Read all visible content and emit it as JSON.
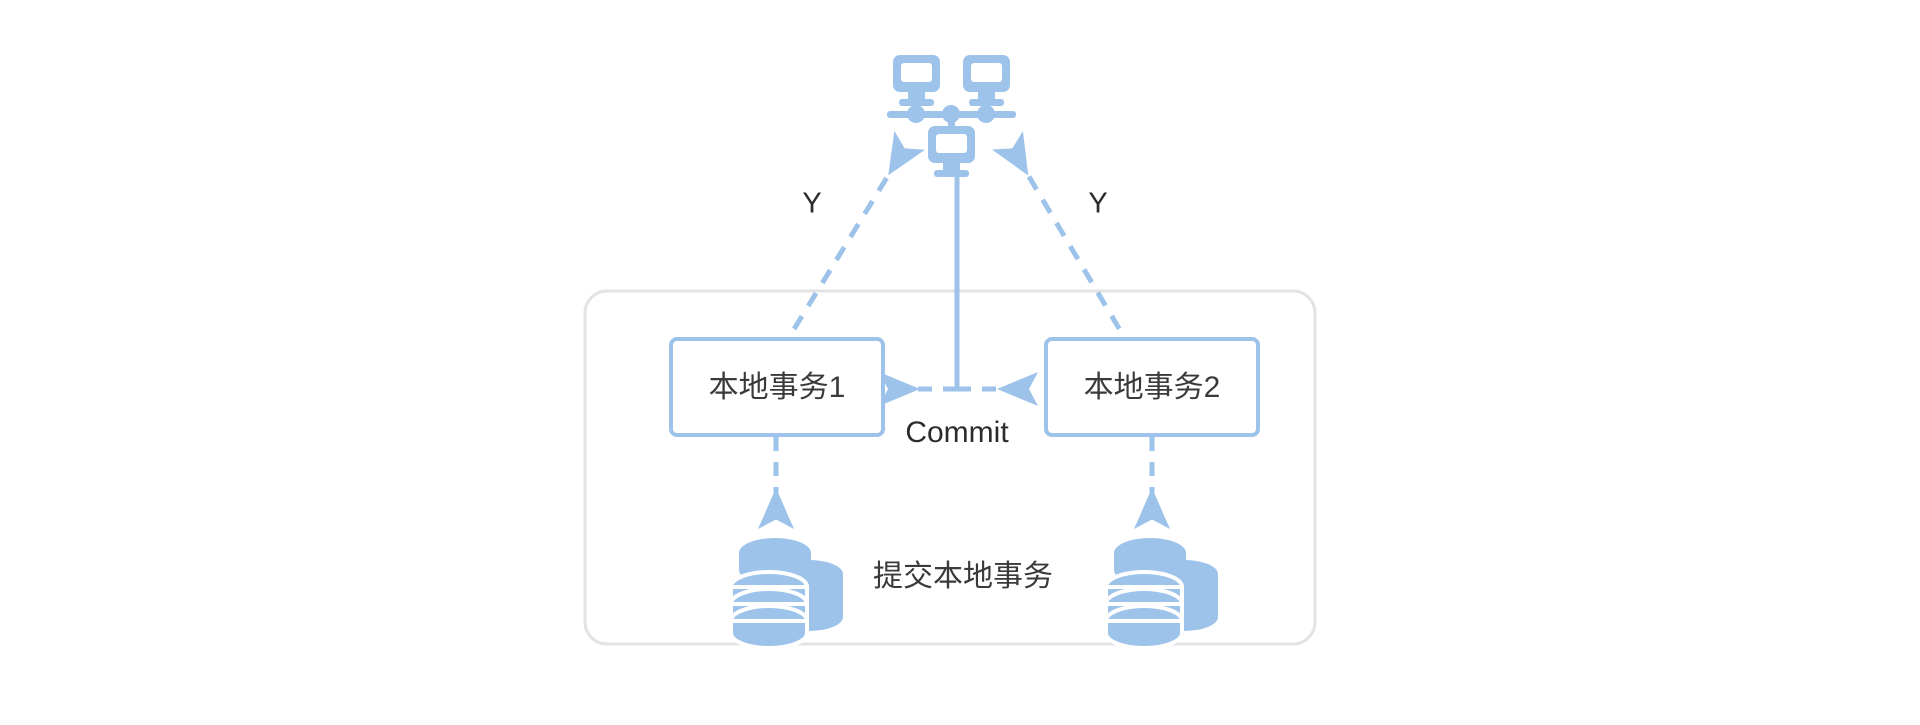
{
  "diagram": {
    "type": "distributed-transaction-commit-flow",
    "background_color": "#ffffff",
    "accent_color": "#9dc3ea",
    "accent_color_dark": "#8ab8e8",
    "container_border_color": "#e2e2e2",
    "text_color": "#3a3a3a",
    "coordinator": {
      "icon_name": "network-cluster-icon",
      "description": "three networked monitors connected by a bus"
    },
    "vote_edges": [
      {
        "label": "Y",
        "side": "left"
      },
      {
        "label": "Y",
        "side": "right"
      }
    ],
    "commit_edge": {
      "label": "Commit",
      "style": "dashed",
      "direction": "bidirectional"
    },
    "participant_group": {
      "boxes": [
        {
          "label": "本地事务1",
          "id": "local-transaction-1"
        },
        {
          "label": "本地事务2",
          "id": "local-transaction-2"
        }
      ],
      "databases": [
        {
          "icon_name": "database-stack-icon",
          "id": "database-1"
        },
        {
          "icon_name": "database-stack-icon",
          "id": "database-2"
        }
      ],
      "caption": "提交本地事务"
    }
  }
}
